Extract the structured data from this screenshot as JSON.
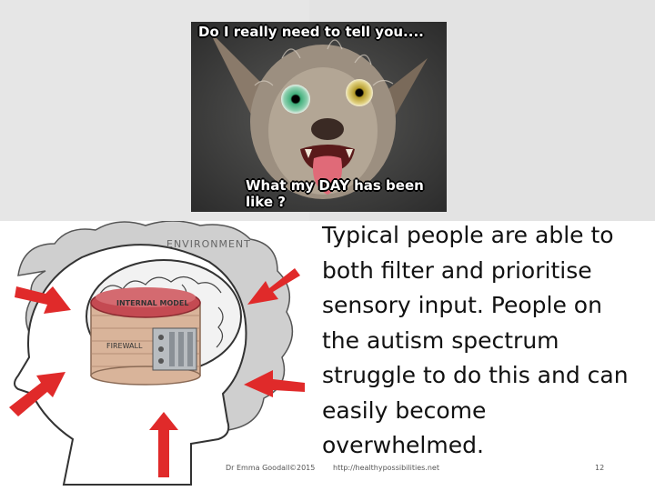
{
  "meme": {
    "top_caption": "Do I really need to tell you....",
    "bottom_caption": "What my DAY has been like ?"
  },
  "diagram": {
    "environment_label": "ENVIRONMENT",
    "internal_model_label": "INTERNAL MODEL",
    "firewall_label": "FIREWALL"
  },
  "body_text": "Typical people are able to both filter and prioritise sensory input. People on the autism spectrum struggle to do this and can easily become overwhelmed.",
  "footer": {
    "author": "Dr Emma Goodall",
    "copyright": "©2015",
    "url": "http://healthypossibilities.net",
    "page_number": "12"
  }
}
